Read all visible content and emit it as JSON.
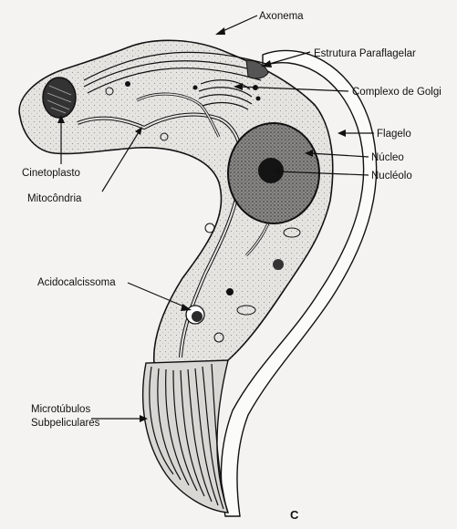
{
  "labels": {
    "axonema": "Axonema",
    "estrutura_paraflagelar": "Estrutura Paraflagelar",
    "complexo_golgi": "Complexo de Golgi",
    "flagelo": "Flagelo",
    "nucleo": "Núcleo",
    "nucleolo": "Nucléolo",
    "cinetoplasto": "Cinetoplasto",
    "mitocondria": "Mitocôndria",
    "acidocalcissoma": "Acidocalcissoma",
    "microtubulos_line1": "Microtúbulos",
    "microtubulos_line2": "Subpeliculares"
  },
  "panel_letter": "C",
  "colors": {
    "background": "#f4f3f1",
    "cell_fill": "#e6e4e0",
    "ink": "#111111",
    "flagellum_fill": "#fbfbfa",
    "nucleus_fill": "#8a8886",
    "nucleolus_fill": "#141414"
  }
}
